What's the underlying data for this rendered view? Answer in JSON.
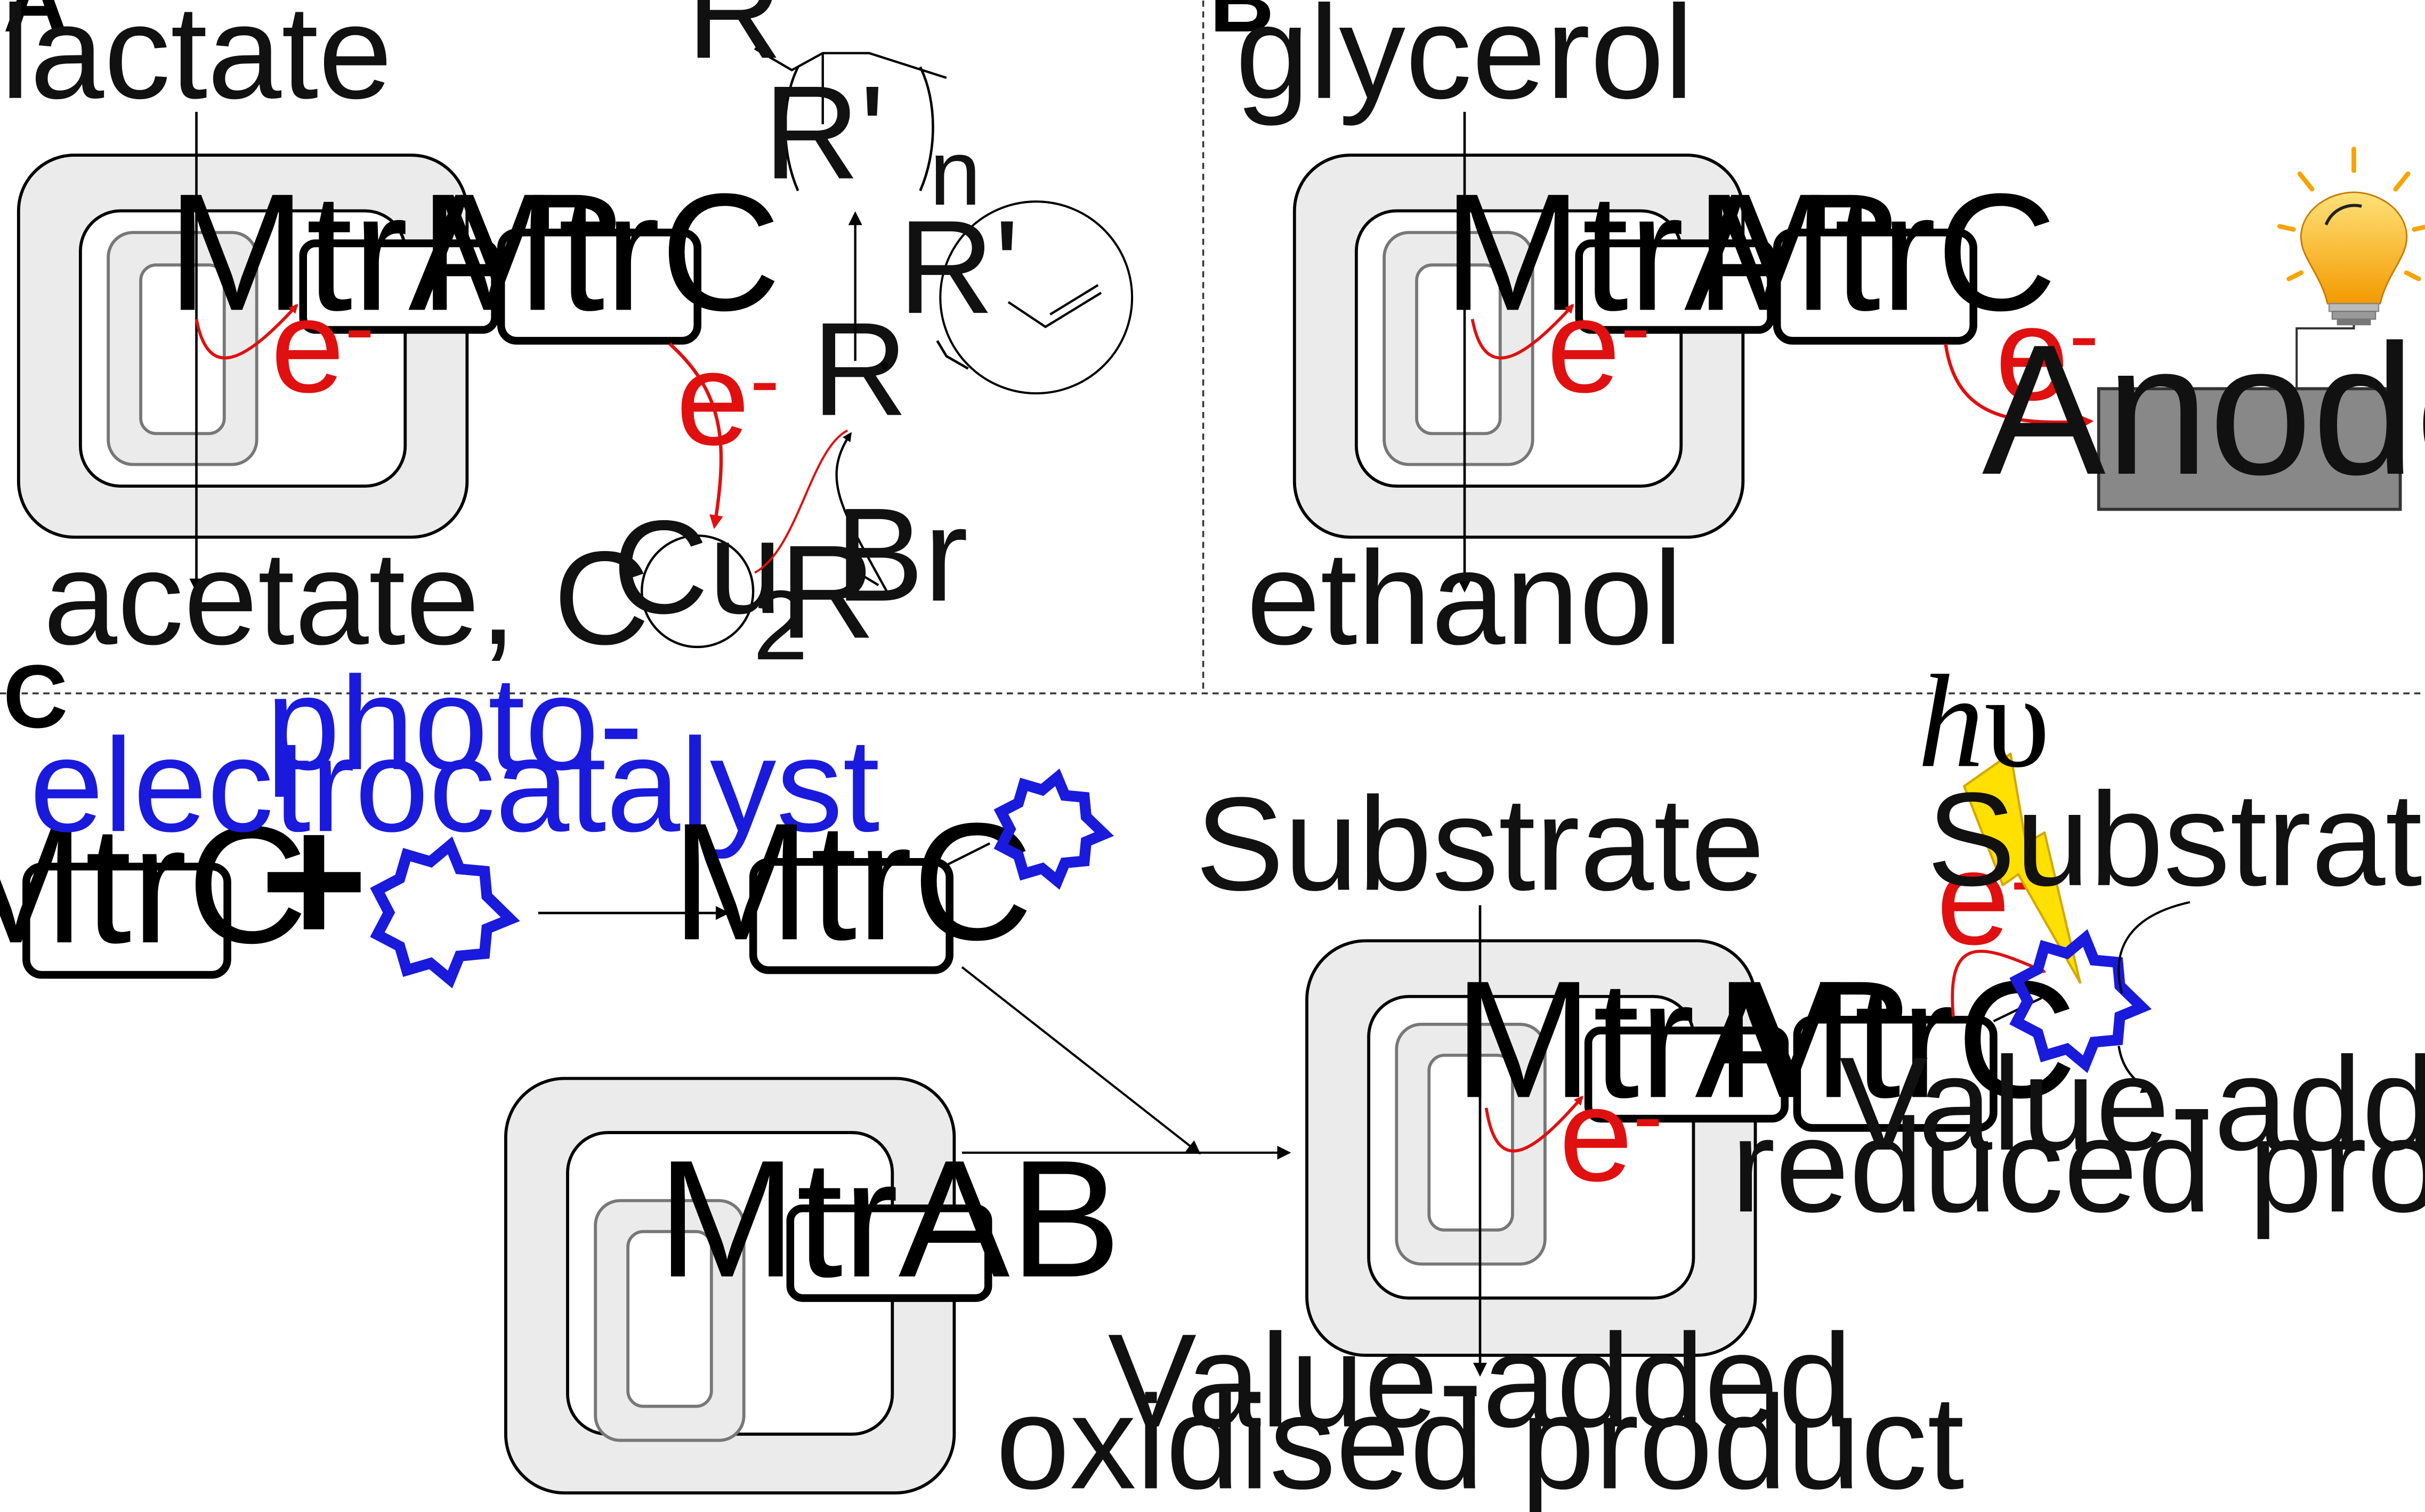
{
  "panels": {
    "a": {
      "letter": "A",
      "input": "lactate",
      "output": "acetate, CO",
      "output_sub": "2",
      "inner_protein": "MtrAB",
      "outer_protein": "MtrC",
      "electron": "e",
      "electron_sup": "-",
      "catalyst": "Cu",
      "initiator_r": "R",
      "initiator_br": "Br",
      "radical": "R",
      "monomer_r": "R'",
      "polymer_r": "R",
      "polymer_r2": "R'",
      "polymer_n": "n"
    },
    "b": {
      "letter": "B",
      "input": "glycerol",
      "output": "ethanol",
      "inner_protein": "MtrAB",
      "outer_protein": "MtrC",
      "electron": "e",
      "electron_sup": "-",
      "anode": "Anode"
    },
    "c": {
      "letter": "C",
      "mtrc": "MtrC",
      "plus": "+",
      "catalyst_line1": "photo-",
      "catalyst_line2": "electrocatalyst",
      "mtrc_conj": "MtrC",
      "mtrab_cell": "MtrAB",
      "hv_h": "h",
      "hv_nu": "υ",
      "substrate_cell": "Substrate",
      "substrate_cat": "Substrate",
      "inner_protein": "MtrAB",
      "outer_protein": "MtrC",
      "electron": "e",
      "electron_sup": "-",
      "oxidised_line1": "Value-added",
      "oxidised_line2": "oxidised product",
      "reduced_line1": "Value-added",
      "reduced_line2": "reduced product"
    }
  },
  "colors": {
    "electron": "#e01010",
    "catalyst": "#1a1adc",
    "cell_fill": "#ebebeb",
    "anode_fill": "#888888",
    "bolt": "#ffe000",
    "bulb": "#f5a500"
  }
}
